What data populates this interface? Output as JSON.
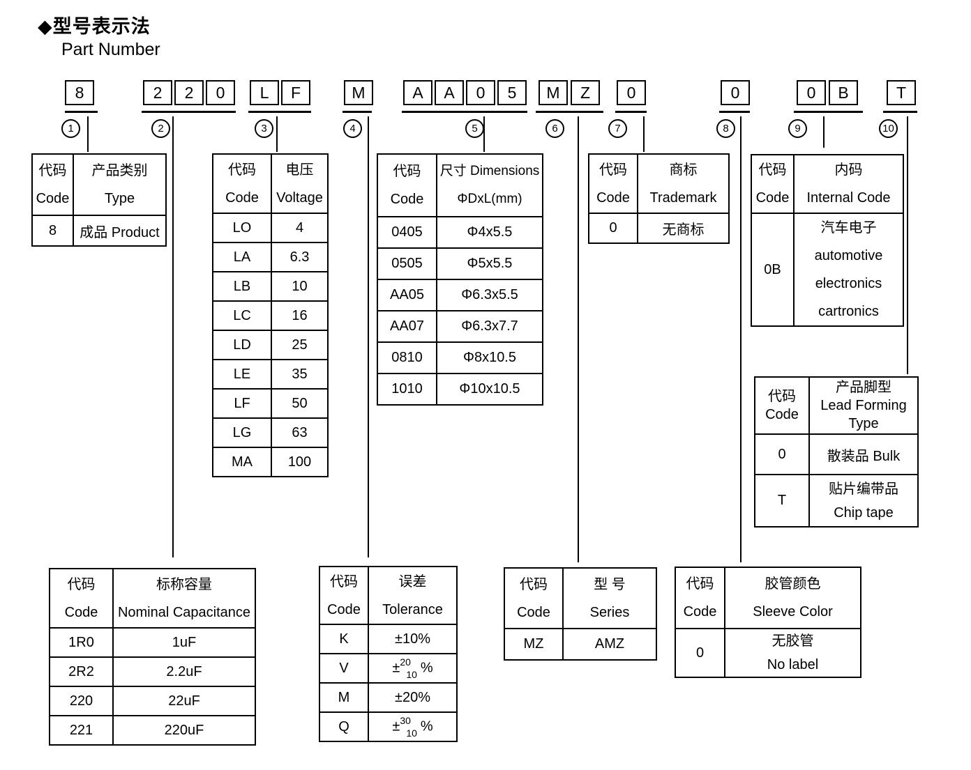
{
  "colors": {
    "background": "#ffffff",
    "text": "#000000",
    "line": "#000000"
  },
  "title": {
    "zh": "◆型号表示法",
    "en": "Part Number"
  },
  "part_number": {
    "segments": [
      {
        "label": "1",
        "chars": [
          "8"
        ]
      },
      {
        "label": "2",
        "chars": [
          "2",
          "2",
          "0"
        ]
      },
      {
        "label": "3",
        "chars": [
          "L",
          "F"
        ]
      },
      {
        "label": "4",
        "chars": [
          "M"
        ]
      },
      {
        "label": "5",
        "chars": [
          "A",
          "A",
          "0",
          "5"
        ]
      },
      {
        "label": "6",
        "chars": [
          "M",
          "Z"
        ]
      },
      {
        "label": "7",
        "chars": [
          "0"
        ]
      },
      {
        "label": "8",
        "chars": [
          "0"
        ]
      },
      {
        "label": "9",
        "chars": [
          "0",
          "B"
        ]
      },
      {
        "label": "10",
        "chars": [
          "T"
        ]
      }
    ]
  },
  "tables": {
    "product_type": {
      "headers": [
        {
          "zh": "代码",
          "en": "Code"
        },
        {
          "zh": "产品类别",
          "en": "Type"
        }
      ],
      "rows": [
        [
          "8",
          "成品 Product"
        ]
      ]
    },
    "voltage": {
      "headers": [
        {
          "zh": "代码",
          "en": "Code"
        },
        {
          "zh": "电压",
          "en": "Voltage"
        }
      ],
      "rows": [
        [
          "LO",
          "4"
        ],
        [
          "LA",
          "6.3"
        ],
        [
          "LB",
          "10"
        ],
        [
          "LC",
          "16"
        ],
        [
          "LD",
          "25"
        ],
        [
          "LE",
          "35"
        ],
        [
          "LF",
          "50"
        ],
        [
          "LG",
          "63"
        ],
        [
          "MA",
          "100"
        ]
      ]
    },
    "dimensions": {
      "headers": [
        {
          "zh": "代码",
          "en": "Code"
        },
        {
          "zh": "尺寸 Dimensions",
          "en": "ΦDxL(mm)"
        }
      ],
      "rows": [
        [
          "0405",
          "Φ4x5.5"
        ],
        [
          "0505",
          "Φ5x5.5"
        ],
        [
          "AA05",
          "Φ6.3x5.5"
        ],
        [
          "AA07",
          "Φ6.3x7.7"
        ],
        [
          "0810",
          "Φ8x10.5"
        ],
        [
          "1010",
          "Φ10x10.5"
        ]
      ]
    },
    "trademark": {
      "headers": [
        {
          "zh": "代码",
          "en": "Code"
        },
        {
          "zh": "商标",
          "en": "Trademark"
        }
      ],
      "rows": [
        [
          "0",
          "无商标"
        ]
      ]
    },
    "internal_code": {
      "headers": [
        {
          "zh": "代码",
          "en": "Code"
        },
        {
          "zh": "内码",
          "en": "Internal Code"
        }
      ],
      "rows": [
        {
          "code": "0B",
          "lines": [
            "汽车电子",
            "automotive",
            "electronics",
            "cartronics"
          ]
        }
      ]
    },
    "lead_forming": {
      "headers": [
        {
          "zh": "代码",
          "en": "Code"
        },
        {
          "lines": [
            "产品脚型",
            "Lead Forming",
            "Type"
          ]
        }
      ],
      "rows": [
        {
          "code": "0",
          "value": "散装品 Bulk"
        },
        {
          "code": "T",
          "lines": [
            "贴片编带品",
            "Chip tape"
          ]
        }
      ]
    },
    "capacitance": {
      "headers": [
        {
          "zh": "代码",
          "en": "Code"
        },
        {
          "zh": "标称容量",
          "en": "Nominal Capacitance"
        }
      ],
      "rows": [
        [
          "1R0",
          "1uF"
        ],
        [
          "2R2",
          "2.2uF"
        ],
        [
          "220",
          "22uF"
        ],
        [
          "221",
          "220uF"
        ]
      ]
    },
    "tolerance": {
      "headers": [
        {
          "zh": "代码",
          "en": "Code"
        },
        {
          "zh": "误差",
          "en": "Tolerance"
        }
      ],
      "rows": [
        {
          "code": "K",
          "text": "±10%"
        },
        {
          "code": "V",
          "text": "±",
          "sup": "20",
          "sub": "10",
          "suffix": " %"
        },
        {
          "code": "M",
          "text": "±20%"
        },
        {
          "code": "Q",
          "text": "±",
          "sup": "30",
          "sub": "10",
          "suffix": " %"
        }
      ]
    },
    "series": {
      "headers": [
        {
          "zh": "代码",
          "en": "Code"
        },
        {
          "zh": "型 号",
          "en": "Series"
        }
      ],
      "rows": [
        [
          "MZ",
          "AMZ"
        ]
      ]
    },
    "sleeve_color": {
      "headers": [
        {
          "zh": "代码",
          "en": "Code"
        },
        {
          "zh": "胶管颜色",
          "en": "Sleeve Color"
        }
      ],
      "rows": [
        {
          "code": "0",
          "lines": [
            "无胶管",
            "No label"
          ]
        }
      ]
    }
  }
}
